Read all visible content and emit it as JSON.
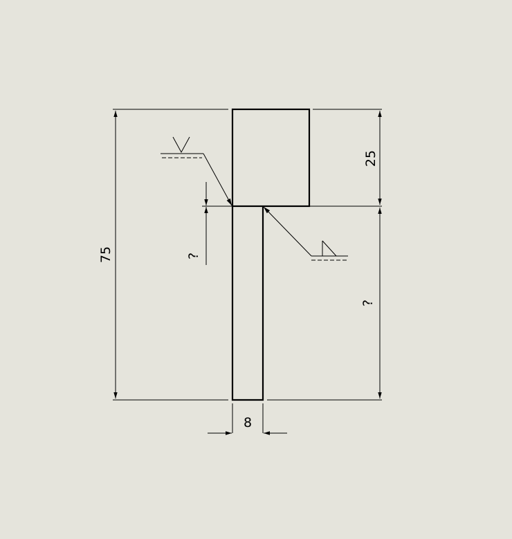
{
  "drawing": {
    "background": "#e5e4dc",
    "line_color": "#000000",
    "dimensions": {
      "overall_height": "75",
      "top_block_height": "25",
      "bar_width": "8",
      "left_small_gap": "?",
      "right_bar_length": "?"
    },
    "weld_symbols": {
      "upper_left": "v-groove-weld-symbol",
      "right": "fillet-weld-symbol"
    }
  }
}
